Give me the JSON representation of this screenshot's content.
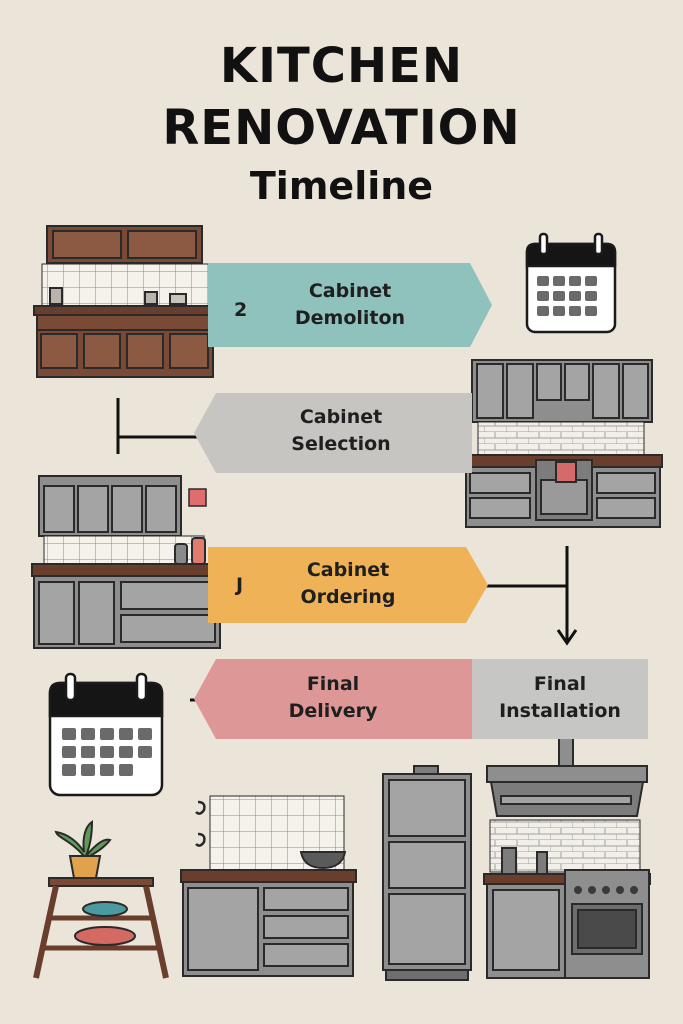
{
  "title": {
    "line1": "KITCHEN",
    "line2": "RENOVATION",
    "line3": "Timeline"
  },
  "steps": [
    {
      "line1": "Cabinet",
      "line2": "Demoliton",
      "color": "#8fc2bd",
      "marker": "2"
    },
    {
      "line1": "Cabinet",
      "line2": "Selection",
      "color": "#c7c5c1"
    },
    {
      "line1": "Cabinet",
      "line2": "Ordering",
      "color": "#efb257",
      "marker": "J"
    },
    {
      "line1": "Final",
      "line2": "Delivery",
      "color": "#dc9796"
    },
    {
      "line1": "Final",
      "line2": "Installation",
      "color": "#c6c6c4"
    }
  ],
  "colors": {
    "background": "#ebe4d8",
    "wood": "#7a4a36",
    "cabinet_gray": "#8e8e8e",
    "outline": "#2a2a2a"
  },
  "icons": [
    "calendar-icon",
    "plant-icon",
    "bowl-icon",
    "fridge-icon",
    "range-hood-icon"
  ]
}
